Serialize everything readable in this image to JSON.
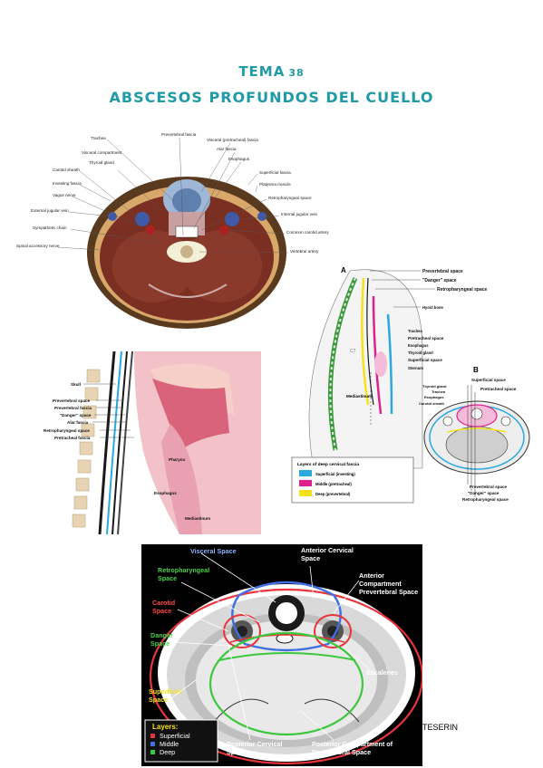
{
  "header": {
    "tema_label": "TEMA",
    "tema_number": "38",
    "subtitle": "ABSCESOS PROFUNDOS DEL CUELLO"
  },
  "fig1": {
    "left_labels": [
      "Trachea",
      "Visceral compartment",
      "Thyroid gland",
      "Carotid sheath",
      "Investing fascia",
      "Vagus nerve",
      "External jugular vein",
      "Sympathetic chain",
      "Spinal accessory nerve"
    ],
    "top_labels": [
      "Prevertebral fascia",
      "Visceral (pretracheal) fascia",
      "Alar fascia",
      "Esophagus"
    ],
    "right_labels": [
      "Superficial fascia",
      "Platysma muscle",
      "Retropharyngeal space",
      "Internal jugular vein",
      "Common carotid artery",
      "Vertebral artery"
    ]
  },
  "fig2": {
    "labels": [
      "Skull",
      "Prevertebral space",
      "Prevertebral fascia",
      "\"Danger\" space",
      "Alar fascia",
      "Retropharyngeal space",
      "Pretracheal fascia",
      "Pharynx",
      "Esophagus",
      "Mediastinum"
    ]
  },
  "fig3": {
    "panel_a": "A",
    "panel_b": "B",
    "right_labels": [
      "Prevertebral space",
      "\"Danger\" space",
      "Retropharyngeal space",
      "Hyoid bone",
      "Trachea",
      "Pretracheal space",
      "Esophagus",
      "Thyroid gland",
      "Superficial space",
      "Sternum"
    ],
    "mediastinum": "Mediastinum",
    "c7": "C7",
    "legend_title": "Layers of deep cervical fascia",
    "legend": [
      {
        "label": "Superficial (investing)",
        "color": "#29a9e0"
      },
      {
        "label": "Middle (pretracheal)",
        "color": "#e0218a"
      },
      {
        "label": "Deep (prevertebral)",
        "color": "#f5e21b"
      }
    ],
    "b_labels": [
      "Superficial space",
      "Thyroid gland",
      "Trachea",
      "Pretracheal space",
      "Esophagus",
      "Carotid sheath"
    ],
    "b_bottom": [
      "Prevertebral space",
      "\"Danger\" space",
      "Retropharyngeal space"
    ]
  },
  "fig4": {
    "visceral": "Visceral Space",
    "anterior_cervical": "Anterior Cervical Space",
    "retropharyngeal": "Retropharyngeal Space",
    "anterior_compartment": "Anterior Compartment Prevertebral Space",
    "carotid": "Carotid Space",
    "danger": "Danger Space",
    "superficial": "Superficial Space",
    "escalenes": "Escalenes",
    "posterior_cervical": "Posterior Cervical Space",
    "posterior_compartment": "Posterior Compartment of Prevertebral Space",
    "layers_title": "Layers:",
    "layers": [
      {
        "label": "Superficial",
        "color": "#e8343a"
      },
      {
        "label": "Middle",
        "color": "#3f6fe0"
      },
      {
        "label": "Deep",
        "color": "#3cc83c"
      }
    ]
  },
  "footer": "TESERIN"
}
